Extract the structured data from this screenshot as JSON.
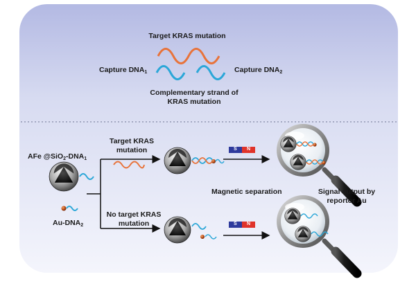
{
  "top_panel": {
    "target_label": "Target KRAS mutation",
    "capture1_text": "Capture DNA",
    "capture1_sub": "1",
    "capture2_text": "Capture DNA",
    "capture2_sub": "2",
    "complementary_line1": "Complementary strand of",
    "complementary_line2": "KRAS mutation"
  },
  "bottom_panel": {
    "afe_text": "AFe @SiO",
    "afe_sub1": "2",
    "afe_mid": "-DNA",
    "afe_sub2": "1",
    "au_text": "Au-DNA",
    "au_sub": "2",
    "target_branch_line1": "Target KRAS",
    "target_branch_line2": "mutation",
    "no_target_line1": "No target KRAS",
    "no_target_line2": "mutation",
    "magnetic_separation": "Magnetic separation",
    "signal_line1": "Signal output by",
    "signal_line2": "reportor Au",
    "magnet_s": "S",
    "magnet_n": "N"
  },
  "colors": {
    "panel_top": "#b3b9e3",
    "panel_bottom": "#eef0fb",
    "target_strand": "#e8733a",
    "capture_strand": "#2ba7d8",
    "magnet_s": "#2e3a9c",
    "magnet_n": "#e0332a"
  },
  "icons": [
    "core-shell-nanoparticle",
    "gold-nanoparticle",
    "magnet",
    "magnifying-glass",
    "arrow"
  ]
}
